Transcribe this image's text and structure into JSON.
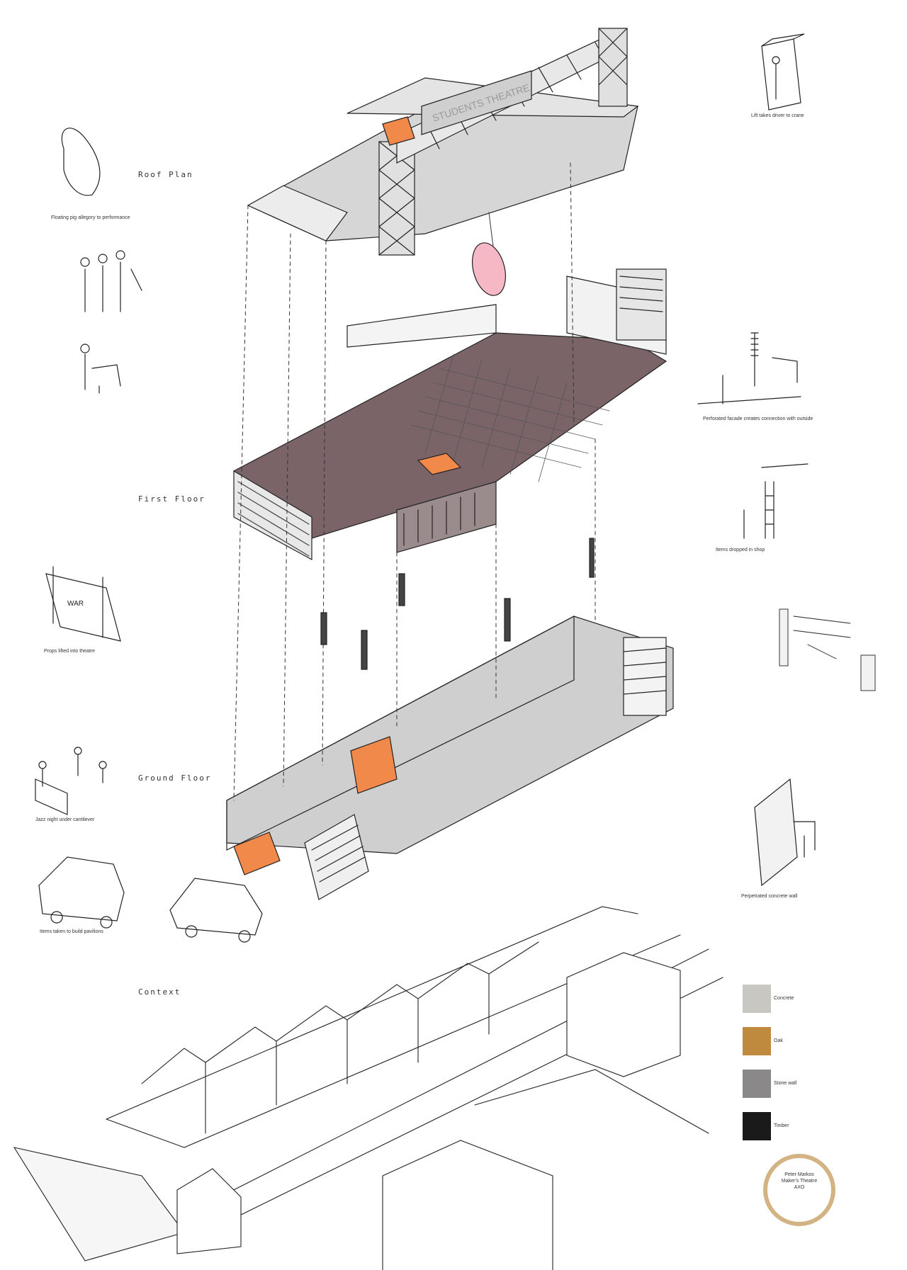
{
  "levels": {
    "roof": "Roof Plan",
    "first": "First Floor",
    "ground": "Ground Floor",
    "context": "Context"
  },
  "sign": "STUDENTS THEATRE",
  "captions": {
    "pig": "Floating pig allegory to performance",
    "props": "Props lifted into theatre",
    "jazz": "Jazz night under cantilever",
    "items_taken": "Items taken to build pavilions",
    "lift": "Lift takes driver to crane",
    "facade": "Perforated facade creates connection with outside",
    "items_dropped": "Items dropped in shop",
    "wall": "Perpetrated concrete wall"
  },
  "legend": [
    {
      "label": "Concrete",
      "color": "#c9c7c2"
    },
    {
      "label": "Oak",
      "color": "#c08a3e"
    },
    {
      "label": "Stone wall",
      "color": "#8a8888"
    },
    {
      "label": "Timber",
      "color": "#1a1a1a"
    }
  ],
  "stamp": {
    "line1": "Peter Markos",
    "line2": "Maker's Theatre",
    "line3": "AXO"
  },
  "colors": {
    "roof_fill": "#d6d6d6",
    "first_floor_fill": "#7a6467",
    "ground_fill": "#cfcfcf",
    "accent_orange": "#f0894a",
    "pig_pink": "#f6b8c4",
    "coffee_ring": "#c49a5a"
  }
}
